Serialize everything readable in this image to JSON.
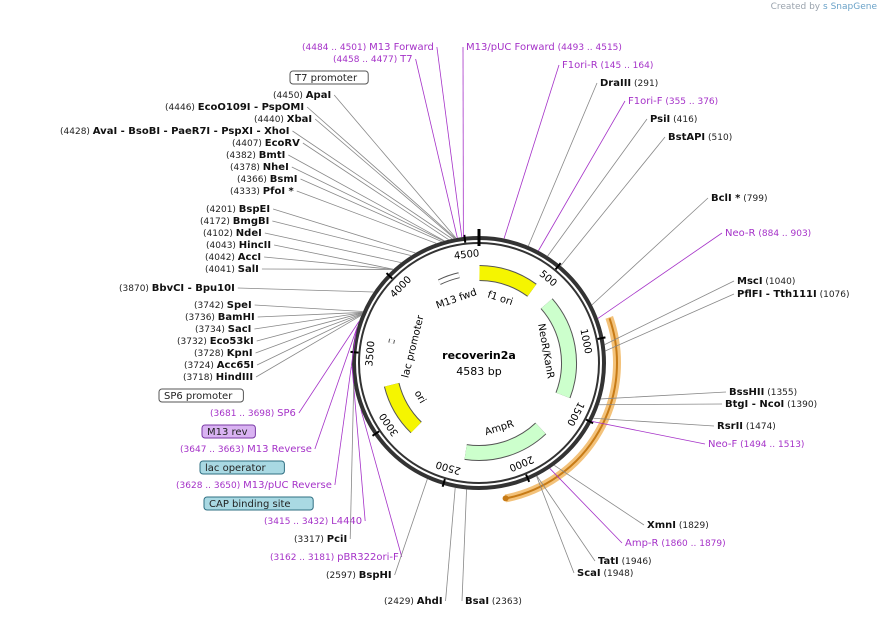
{
  "credit": {
    "prefix": "Created by",
    "brand": "SnapGene"
  },
  "plasmid": {
    "name": "recoverin2a",
    "size": "4583 bp",
    "length": 4583
  },
  "ticks": [
    "500",
    "1000",
    "1500",
    "2000",
    "2500",
    "3000",
    "3500",
    "4000",
    "4500"
  ],
  "features": [
    {
      "label": "f1 ori",
      "start": 4,
      "end": 459,
      "color": "#f5f500"
    },
    {
      "label": "NeoR/KanR",
      "start": 620,
      "end": 1414,
      "color": "#ccffcc"
    },
    {
      "label": "AmpR",
      "start": 1740,
      "end": 2400,
      "color": "#ccffcc"
    },
    {
      "label": "ori",
      "start": 2855,
      "end": 3259,
      "color": "#f5f500"
    },
    {
      "label": "lac promoter",
      "start": 3600,
      "end": 3631,
      "color": "#ffffff"
    },
    {
      "label": "M13 fwd",
      "start": 4250,
      "end": 4420,
      "color": "#ffffff"
    }
  ],
  "labels": [
    {
      "name": "M13 Forward",
      "coords": "(4484 .. 4501)",
      "type": "primer"
    },
    {
      "name": "T7",
      "coords": "(4458 .. 4477)",
      "type": "primer"
    },
    {
      "name": "T7 promoter",
      "coords": "",
      "type": "box-white"
    },
    {
      "name": "ApaI",
      "coords": "(4450)",
      "type": "enzyme"
    },
    {
      "name": "EcoO109I",
      "coords": "(4446)",
      "type": "enzyme",
      "extra": "- PspOMI"
    },
    {
      "name": "XbaI",
      "coords": "(4440)",
      "type": "enzyme"
    },
    {
      "name": "AvaI",
      "coords": "(4428)",
      "type": "enzyme",
      "extra": "- BsoBI  - PaeR7I  - PspXI  - XhoI"
    },
    {
      "name": "EcoRV",
      "coords": "(4407)",
      "type": "enzyme"
    },
    {
      "name": "BmtI",
      "coords": "(4382)",
      "type": "enzyme"
    },
    {
      "name": "NheI",
      "coords": "(4378)",
      "type": "enzyme"
    },
    {
      "name": "BsmI",
      "coords": "(4366)",
      "type": "enzyme"
    },
    {
      "name": "PfoI *",
      "coords": "(4333)",
      "type": "enzyme"
    },
    {
      "name": "BspEI",
      "coords": "(4201)",
      "type": "enzyme"
    },
    {
      "name": "BmgBI",
      "coords": "(4172)",
      "type": "enzyme"
    },
    {
      "name": "NdeI",
      "coords": "(4102)",
      "type": "enzyme"
    },
    {
      "name": "HincII",
      "coords": "(4043)",
      "type": "enzyme"
    },
    {
      "name": "AccI",
      "coords": "(4042)",
      "type": "enzyme"
    },
    {
      "name": "SalI",
      "coords": "(4041)",
      "type": "enzyme"
    },
    {
      "name": "BbvCI",
      "coords": "(3870)",
      "type": "enzyme",
      "extra": "- Bpu10I"
    },
    {
      "name": "SpeI",
      "coords": "(3742)",
      "type": "enzyme"
    },
    {
      "name": "BamHI",
      "coords": "(3736)",
      "type": "enzyme"
    },
    {
      "name": "SacI",
      "coords": "(3734)",
      "type": "enzyme"
    },
    {
      "name": "Eco53kI",
      "coords": "(3732)",
      "type": "enzyme"
    },
    {
      "name": "KpnI",
      "coords": "(3728)",
      "type": "enzyme"
    },
    {
      "name": "Acc65I",
      "coords": "(3724)",
      "type": "enzyme"
    },
    {
      "name": "HindIII",
      "coords": "(3718)",
      "type": "enzyme"
    },
    {
      "name": "SP6 promoter",
      "coords": "",
      "type": "box-white"
    },
    {
      "name": "SP6",
      "coords": "(3681 .. 3698)",
      "type": "primer"
    },
    {
      "name": "M13 rev",
      "coords": "",
      "type": "box-purple"
    },
    {
      "name": "M13 Reverse",
      "coords": "(3647 .. 3663)",
      "type": "primer"
    },
    {
      "name": "lac operator",
      "coords": "",
      "type": "box-teal"
    },
    {
      "name": "M13/pUC Reverse",
      "coords": "(3628 .. 3650)",
      "type": "primer"
    },
    {
      "name": "CAP binding site",
      "coords": "",
      "type": "box-teal"
    },
    {
      "name": "L4440",
      "coords": "(3415 .. 3432)",
      "type": "primer"
    },
    {
      "name": "PciI",
      "coords": "(3317)",
      "type": "enzyme"
    },
    {
      "name": "pBR322ori-F",
      "coords": "(3162 .. 3181)",
      "type": "primer"
    },
    {
      "name": "BspHI",
      "coords": "(2597)",
      "type": "enzyme"
    },
    {
      "name": "AhdI",
      "coords": "(2429)",
      "type": "enzyme"
    },
    {
      "name": "BsaI",
      "coords": "(2363)",
      "type": "enzyme"
    },
    {
      "name": "M13/pUC Forward",
      "coords": "(4493 .. 4515)",
      "type": "primer"
    },
    {
      "name": "F1ori-R",
      "coords": "(145 .. 164)",
      "type": "primer"
    },
    {
      "name": "DraIII",
      "coords": "(291)",
      "type": "enzyme"
    },
    {
      "name": "F1ori-F",
      "coords": "(355 .. 376)",
      "type": "primer"
    },
    {
      "name": "PsiI",
      "coords": "(416)",
      "type": "enzyme"
    },
    {
      "name": "BstAPI",
      "coords": "(510)",
      "type": "enzyme"
    },
    {
      "name": "BclI *",
      "coords": "(799)",
      "type": "enzyme"
    },
    {
      "name": "Neo-R",
      "coords": "(884 .. 903)",
      "type": "primer"
    },
    {
      "name": "MscI",
      "coords": "(1040)",
      "type": "enzyme"
    },
    {
      "name": "PflFI",
      "coords": "(1076)",
      "type": "enzyme",
      "extra": "- Tth111I"
    },
    {
      "name": "BssHII",
      "coords": "(1355)",
      "type": "enzyme"
    },
    {
      "name": "BtgI",
      "coords": "(1390)",
      "type": "enzyme",
      "extra": "- NcoI"
    },
    {
      "name": "RsrII",
      "coords": "(1474)",
      "type": "enzyme"
    },
    {
      "name": "Neo-F",
      "coords": "(1494 .. 1513)",
      "type": "primer"
    },
    {
      "name": "XmnI",
      "coords": "(1829)",
      "type": "enzyme"
    },
    {
      "name": "Amp-R",
      "coords": "(1860 .. 1879)",
      "type": "primer"
    },
    {
      "name": "TatI",
      "coords": "(1946)",
      "type": "enzyme"
    },
    {
      "name": "ScaI",
      "coords": "(1948)",
      "type": "enzyme"
    }
  ]
}
